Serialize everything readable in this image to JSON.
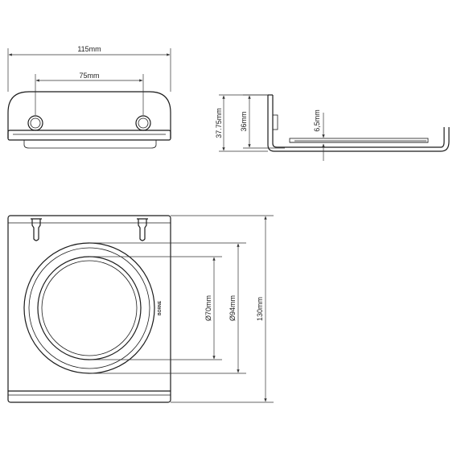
{
  "dimensions": {
    "overall_width": "115mm",
    "hole_spacing": "75mm",
    "height_total": "37.75mm",
    "height_back": "36mm",
    "ledge_thickness": "6,5mm",
    "inner_diameter": "Ø70mm",
    "outer_diameter": "Ø94mm",
    "depth": "130mm"
  },
  "brand_mark": "BORNE",
  "colors": {
    "line": "#1a1a1a",
    "background": "#ffffff"
  }
}
